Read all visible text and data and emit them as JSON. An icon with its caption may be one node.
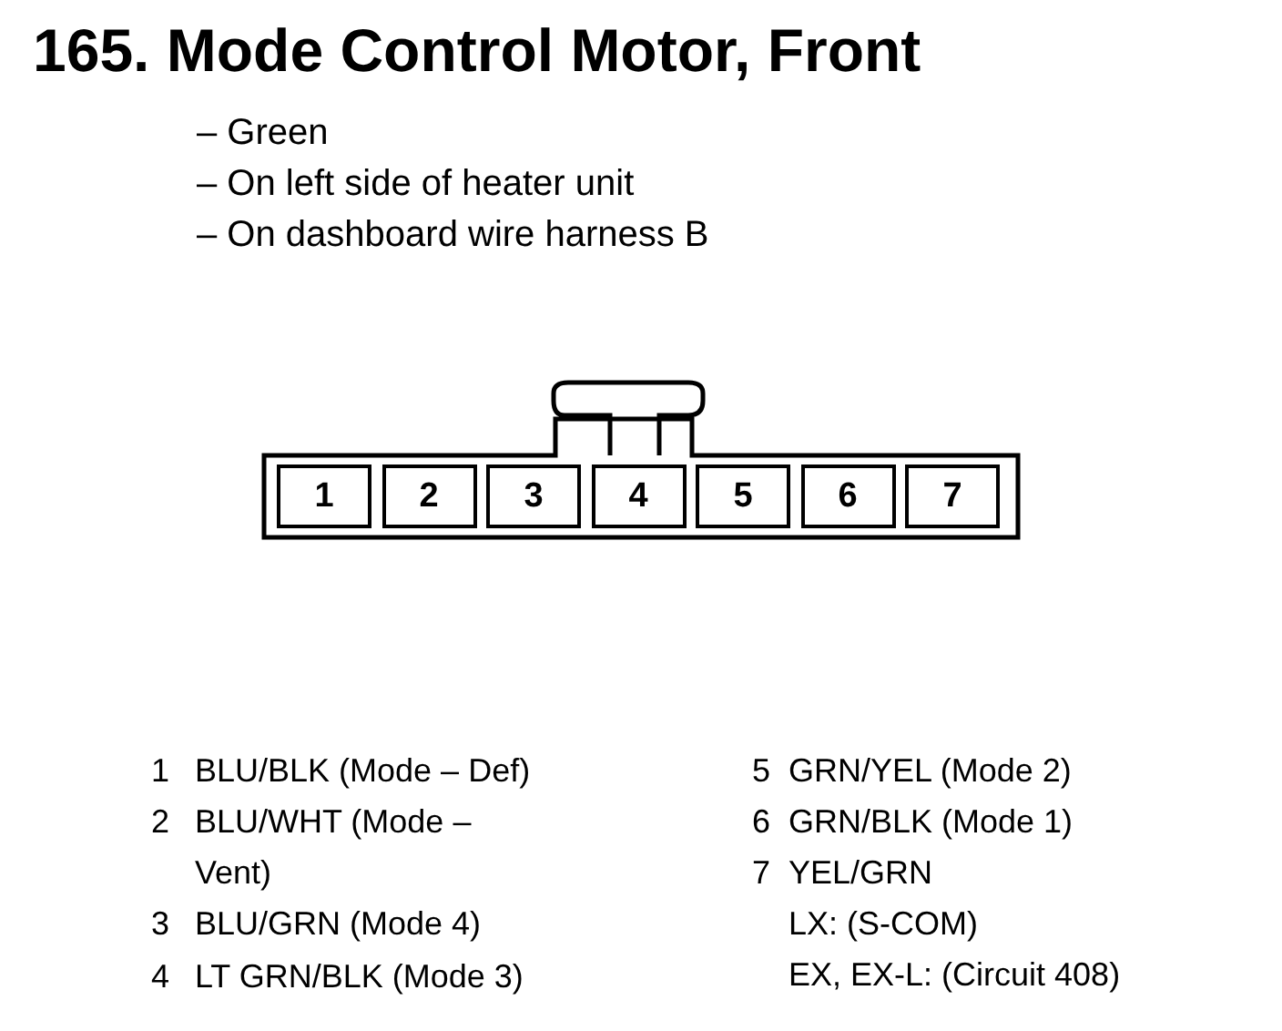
{
  "diagram": {
    "title": "165. Mode Control Motor, Front",
    "nodes": [
      {
        "text": [],
        "shape": "box"
      },
      {
        "text": [
          "1"
        ],
        "in": 0
      },
      {
        "text": [
          "2"
        ],
        "in": 0
      },
      {
        "text": [
          "3"
        ],
        "in": 0
      },
      {
        "text": [
          "4"
        ],
        "in": 0
      },
      {
        "text": [
          "5"
        ],
        "in": 0
      },
      {
        "text": [
          "6"
        ],
        "in": 0
      },
      {
        "text": [
          "7"
        ],
        "in": 0
      }
    ],
    "labels": [
      "– Green",
      "– On left side of heater unit",
      "– On dashboard wire harness B",
      "1",
      "BLU/BLK (Mode – Def)",
      "2",
      "BLU/WHT (Mode – Vent)",
      "3",
      "BLU/GRN (Mode 4)",
      "4",
      "LT GRN/BLK (Mode 3)",
      "5",
      "GRN/YEL (Mode 2)",
      "6",
      "GRN/BLK (Mode 1)",
      "7",
      "YEL/GRN",
      "LX: (S-COM)",
      "EX, EX-L: (Circuit 408)"
    ]
  }
}
